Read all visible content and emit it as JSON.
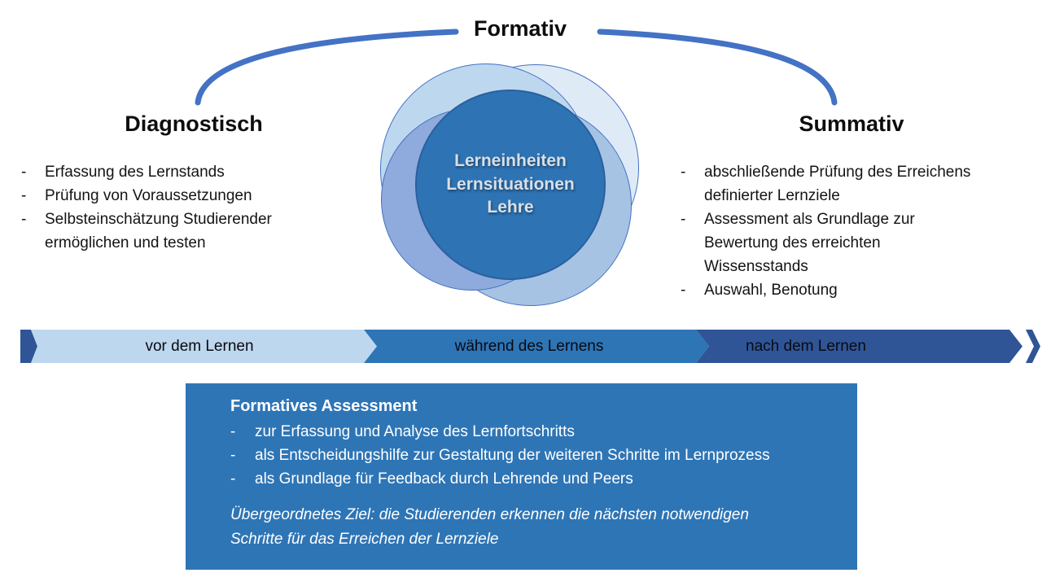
{
  "title": "Formativ",
  "bullet_char": "-",
  "left_section": {
    "heading": "Diagnostisch",
    "items": [
      "Erfassung des Lernstands",
      "Prüfung von Voraussetzungen",
      "Selbsteinschätzung Studierender\nermöglichen und testen"
    ]
  },
  "right_section": {
    "heading": "Summativ",
    "items": [
      "abschließende Prüfung des Erreichens\ndefinierter Lernziele",
      "Assessment als Grundlage zur\nBewertung des erreichten\nWissensstands",
      "Auswahl, Benotung"
    ]
  },
  "center_circle": {
    "text": "Lerneinheiten\nLernsituationen\nLehre",
    "fill": "#2E74B5",
    "text_color": "#D9DFE8"
  },
  "venn_circles": {
    "top_left": "#BDD7EE",
    "top_right": "#DEEBF7",
    "bottom_left": "#8FAADC",
    "bottom_right": "#A6C3E4",
    "outline": "#4472C4"
  },
  "timeline": {
    "segments": [
      {
        "label": "vor dem Lernen",
        "color": "#BDD7EE"
      },
      {
        "label": "während des Lernens",
        "color": "#2E75B6"
      },
      {
        "label": "nach dem Lernen",
        "color": "#2F5597"
      }
    ],
    "start_cap_color": "#2F5597",
    "end_cap_color": "#2F5597"
  },
  "bottom_box": {
    "heading": "Formatives Assessment",
    "items": [
      "zur Erfassung und Analyse des Lernfortschritts",
      "als Entscheidungshilfe zur Gestaltung der weiteren Schritte im Lernprozess",
      "als Grundlage für Feedback durch Lehrende und Peers"
    ],
    "goal": "Übergeordnetes Ziel: die Studierenden erkennen die nächsten notwendigen\nSchritte für das Erreichen der Lernziele",
    "background": "#2E75B6",
    "text_color": "#FFFFFF"
  },
  "colors": {
    "arc": "#4472C4",
    "heading_text": "#0D0D0D",
    "body_text": "#141414"
  }
}
